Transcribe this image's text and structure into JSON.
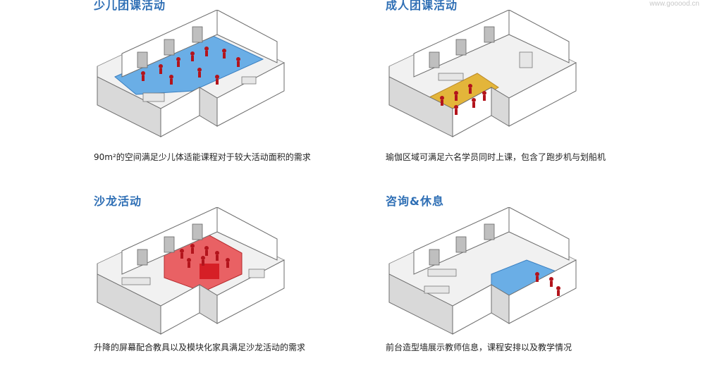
{
  "watermark": "www.gooood.cn",
  "panels": [
    {
      "title": "少儿团课活动",
      "caption": "90m²的空间满足少儿体适能课程对于较大活动面积的需求",
      "highlight_color": "#6aaee6"
    },
    {
      "title": "成人团课活动",
      "caption": "瑜伽区域可满足六名学员同时上课，包含了跑步机与划船机",
      "highlight_color": "#e3b53a"
    },
    {
      "title": "沙龙活动",
      "caption": "升降的屏幕配合教具以及模块化家具满足沙龙活动的需求",
      "highlight_color": "#e8484b"
    },
    {
      "title": "咨询&休息",
      "caption": "前台造型墙展示教师信息，课程安排以及教学情况",
      "highlight_color": "#6aaee6"
    }
  ]
}
